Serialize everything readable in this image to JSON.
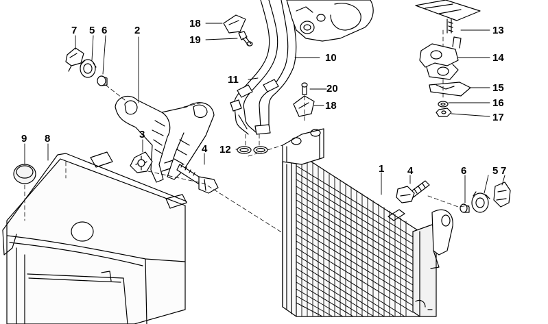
{
  "diagram": {
    "type": "exploded parts diagram",
    "subject": "engine oil cooler assembly with lines, bracket, air duct and mounting hardware",
    "line_color": "#000000",
    "background_color": "#ffffff",
    "callouts": [
      {
        "id": "c1",
        "label": "1"
      },
      {
        "id": "c2",
        "label": "2"
      },
      {
        "id": "c3",
        "label": "3"
      },
      {
        "id": "c4a",
        "label": "4"
      },
      {
        "id": "c4b",
        "label": "4"
      },
      {
        "id": "c5a",
        "label": "5"
      },
      {
        "id": "c5b",
        "label": "5"
      },
      {
        "id": "c6a",
        "label": "6"
      },
      {
        "id": "c6b",
        "label": "6"
      },
      {
        "id": "c7a",
        "label": "7"
      },
      {
        "id": "c7b",
        "label": "7"
      },
      {
        "id": "c8",
        "label": "8"
      },
      {
        "id": "c9",
        "label": "9"
      },
      {
        "id": "c10",
        "label": "10"
      },
      {
        "id": "c11",
        "label": "11"
      },
      {
        "id": "c12",
        "label": "12"
      },
      {
        "id": "c13",
        "label": "13"
      },
      {
        "id": "c14",
        "label": "14"
      },
      {
        "id": "c15",
        "label": "15"
      },
      {
        "id": "c16",
        "label": "16"
      },
      {
        "id": "c17",
        "label": "17"
      },
      {
        "id": "c18a",
        "label": "18"
      },
      {
        "id": "c18b",
        "label": "18"
      },
      {
        "id": "c19",
        "label": "19"
      },
      {
        "id": "c20",
        "label": "20"
      }
    ]
  }
}
